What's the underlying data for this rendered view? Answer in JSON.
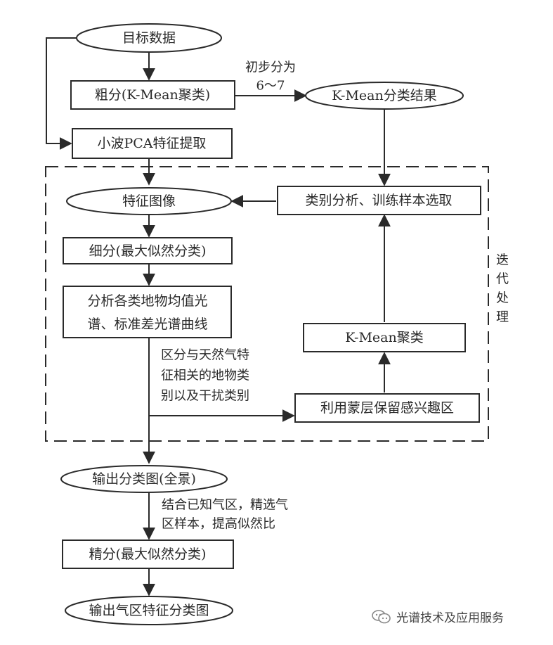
{
  "nodes": {
    "target_data": "目标数据",
    "coarse": "粗分(K-Mean聚类)",
    "kmean_result": "K-Mean分类结果",
    "wavelet_pca": "小波PCA特征提取",
    "feature_image": "特征图像",
    "class_analysis": "类别分析、训练样本选取",
    "fine_ml": "细分(最大似然分类)",
    "spectra_line1": "分析各类地物均值光",
    "spectra_line2": "谱、标准差光谱曲线",
    "kmean_cluster": "K-Mean聚类",
    "mask_roi": "利用蒙层保留感兴趣区",
    "output_map": "输出分类图(全景)",
    "fine2": "精分(最大似然分类)",
    "output_gas": "输出气区特征分类图"
  },
  "labels": {
    "initial_line1": "初步分为",
    "initial_line2": "6～7",
    "iteration": [
      "迭",
      "代",
      "处",
      "理"
    ],
    "distinguish": [
      "区分与天然气特",
      "征相关的地物类",
      "别以及干扰类别"
    ],
    "combine": [
      "结合已知气区，精选气",
      "区样本，提高似然比"
    ]
  },
  "watermark": "光谱技术及应用服务",
  "colors": {
    "stroke": "#2a2a2a",
    "text": "#2a2a2a",
    "background": "#ffffff"
  }
}
